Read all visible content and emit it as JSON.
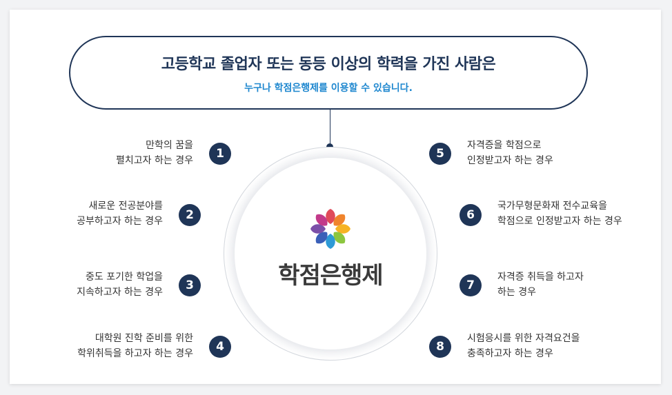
{
  "banner": {
    "title": "고등학교 졸업자 또는 동등 이상의 학력을 가진 사람은",
    "subtitle": "누구나 학점은행제를 이용할 수 있습니다."
  },
  "center": {
    "label": "학점은행제",
    "logo": "flower-logo"
  },
  "colors": {
    "navy": "#1f3557",
    "accent": "#1e87cf"
  },
  "items": [
    {
      "number": "1",
      "line1": "만학의 꿈을",
      "line2": "펼치고자 하는 경우"
    },
    {
      "number": "2",
      "line1": "새로운 전공분야를",
      "line2": "공부하고자 하는 경우"
    },
    {
      "number": "3",
      "line1": "중도 포기한 학업을",
      "line2": "지속하고자 하는 경우"
    },
    {
      "number": "4",
      "line1": "대학원 진학 준비를 위한",
      "line2": "학위취득을 하고자 하는 경우"
    },
    {
      "number": "5",
      "line1": "자격증을 학점으로",
      "line2": "인정받고자 하는 경우"
    },
    {
      "number": "6",
      "line1": "국가무형문화재 전수교육을",
      "line2": "학점으로 인정받고자 하는 경우"
    },
    {
      "number": "7",
      "line1": "자격증 취득을 하고자",
      "line2": "하는 경우"
    },
    {
      "number": "8",
      "line1": "시험응시를 위한 자격요건을",
      "line2": "충족하고자 하는 경우"
    }
  ]
}
